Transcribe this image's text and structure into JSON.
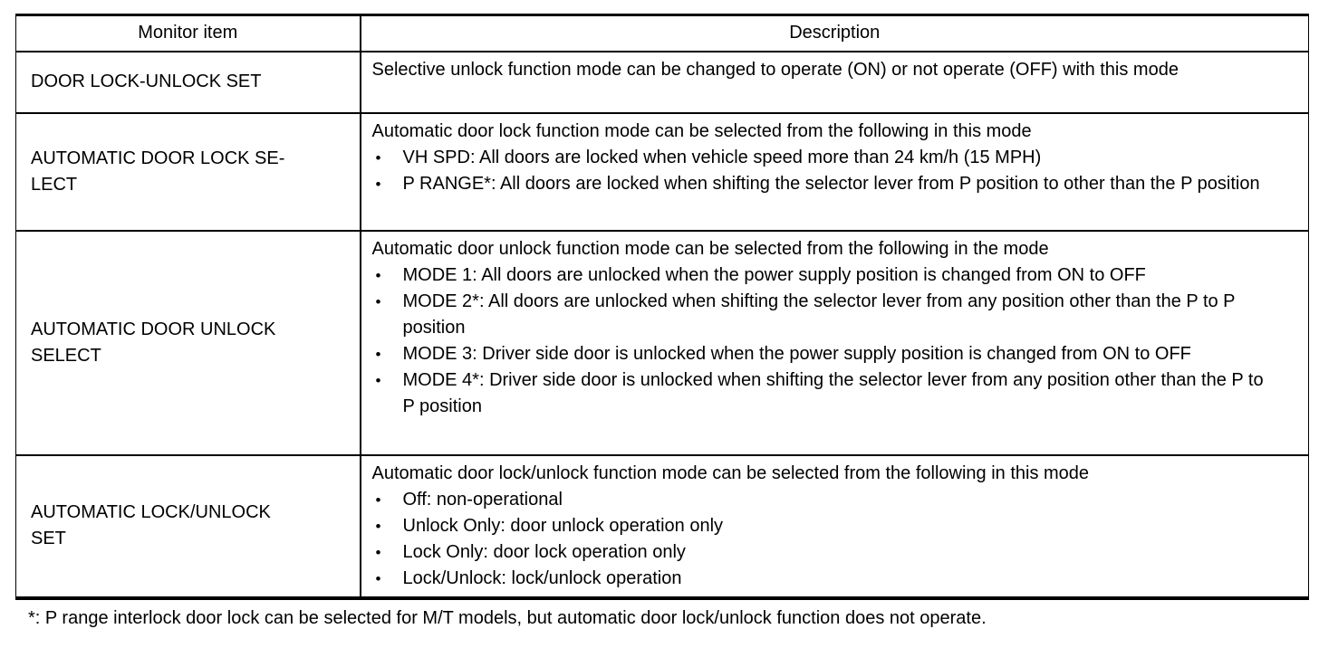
{
  "table": {
    "bullet_glyph": "•",
    "colors": {
      "text": "#000000",
      "border": "#000000",
      "background": "#ffffff"
    },
    "headers": {
      "monitor_item": "Monitor item",
      "description": "Description"
    },
    "rows": [
      {
        "item": "DOOR LOCK-UNLOCK SET",
        "intro": "Selective unlock function mode can be changed to operate (ON) or not operate (OFF) with this mode",
        "bullets": []
      },
      {
        "item": "AUTOMATIC DOOR LOCK SE-\nLECT",
        "intro": "Automatic door lock function mode can be selected from the following in this mode",
        "bullets": [
          "VH SPD: All doors are locked when vehicle speed more than 24 km/h (15 MPH)",
          "P RANGE*: All doors are locked when shifting the selector lever from P position to other than the P position"
        ]
      },
      {
        "item": "AUTOMATIC DOOR UNLOCK\nSELECT",
        "intro": "Automatic door unlock function mode can be selected from the following in the mode",
        "bullets": [
          "MODE 1: All doors are unlocked when the power supply position is changed from ON to OFF",
          "MODE 2*: All doors are unlocked when shifting the selector lever from any position other than the P to P position",
          "MODE 3: Driver side door is unlocked when the power supply position is changed from ON to OFF",
          "MODE 4*: Driver side door is unlocked when shifting the selector lever from any position other than the P to P position"
        ]
      },
      {
        "item": "AUTOMATIC LOCK/UNLOCK\nSET",
        "intro": "Automatic door lock/unlock function mode can be selected from the following in this mode",
        "bullets": [
          "Off: non-operational",
          "Unlock Only: door unlock operation only",
          "Lock Only: door lock operation only",
          "Lock/Unlock: lock/unlock operation"
        ]
      }
    ],
    "footnote": "*: P range interlock door lock can be selected for M/T models, but automatic door lock/unlock function does not operate."
  }
}
